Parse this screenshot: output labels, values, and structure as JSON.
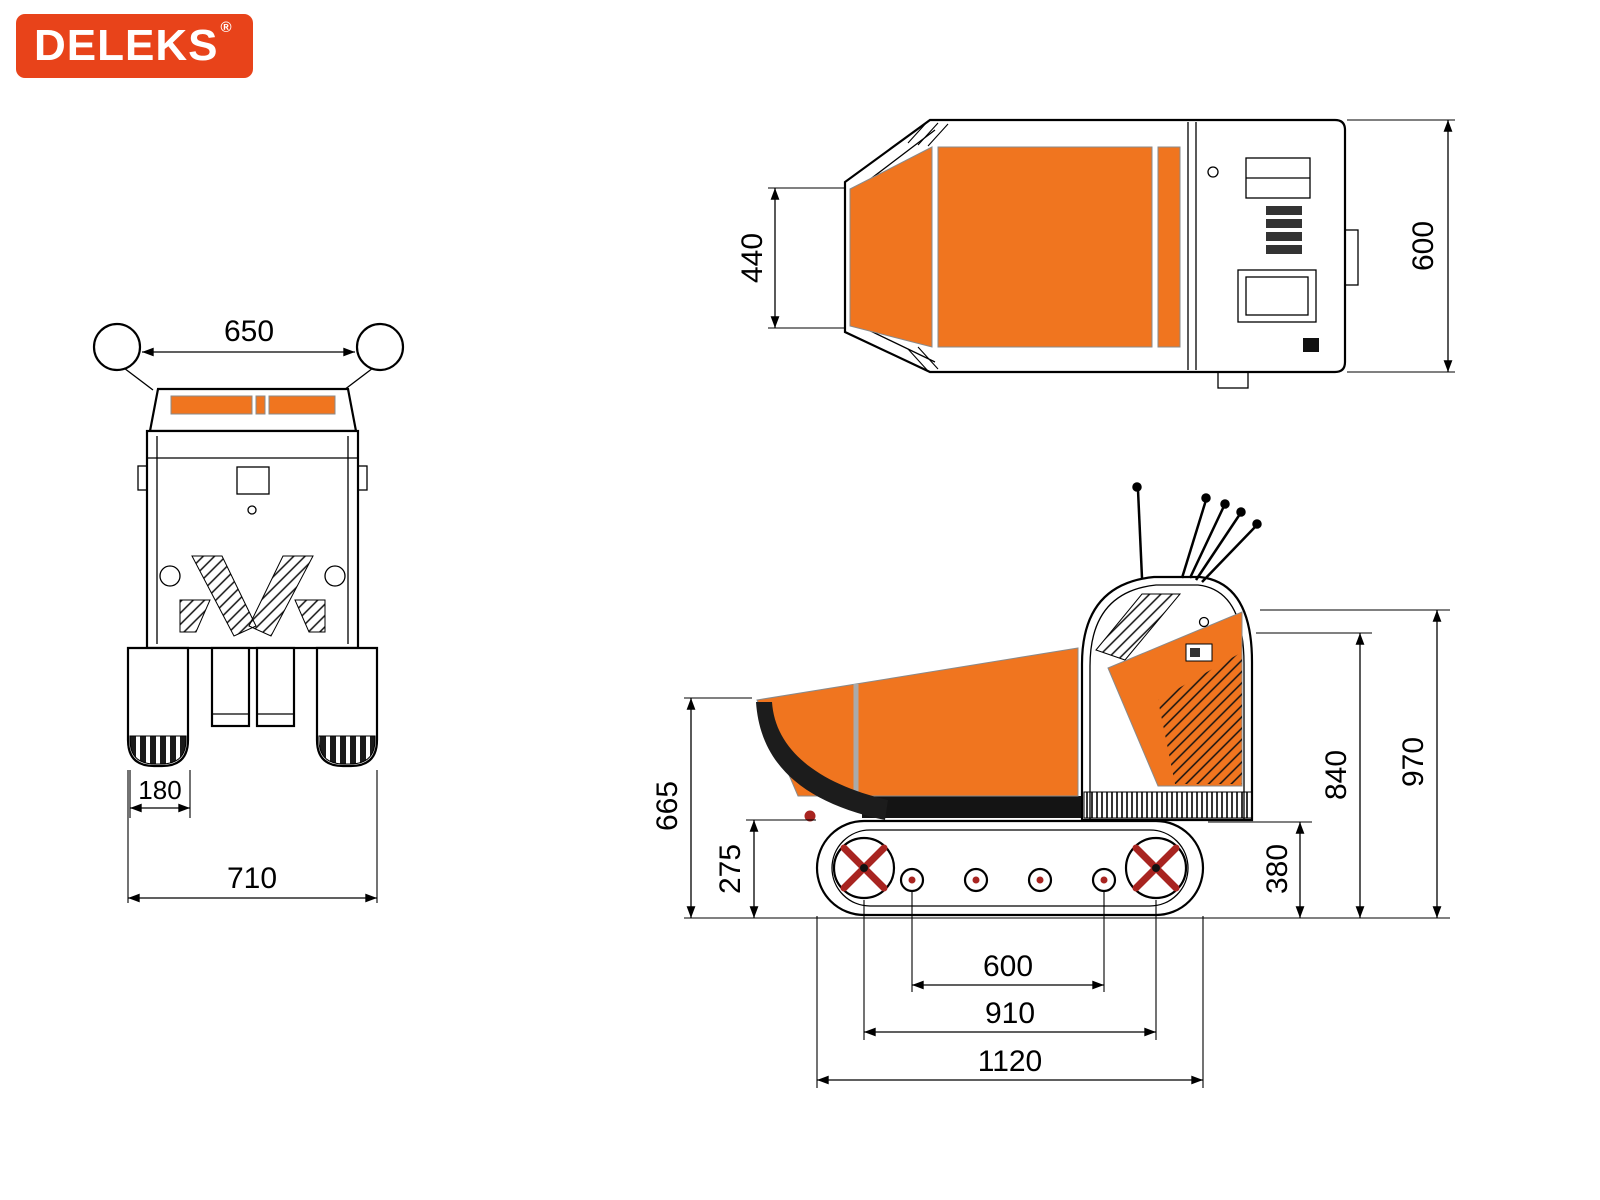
{
  "logo": {
    "text": "DELEKS",
    "registered": "®"
  },
  "colors": {
    "logo_bg": "#e8431a",
    "machine_orange": "#f0751f",
    "hub_red": "#a82420",
    "line": "#000000",
    "background": "#ffffff"
  },
  "views": {
    "front": {
      "dims": {
        "rops_width": "650",
        "track_width": "180",
        "overall_width": "710"
      }
    },
    "top": {
      "dims": {
        "skip_front_width": "440",
        "overall_width": "600"
      }
    },
    "side": {
      "dims": {
        "skip_top_height": "665",
        "loading_height": "275",
        "track_height": "380",
        "body_height": "840",
        "overall_height": "970",
        "roller_spacing": "600",
        "sprocket_spacing": "910",
        "track_length": "1120"
      }
    }
  }
}
